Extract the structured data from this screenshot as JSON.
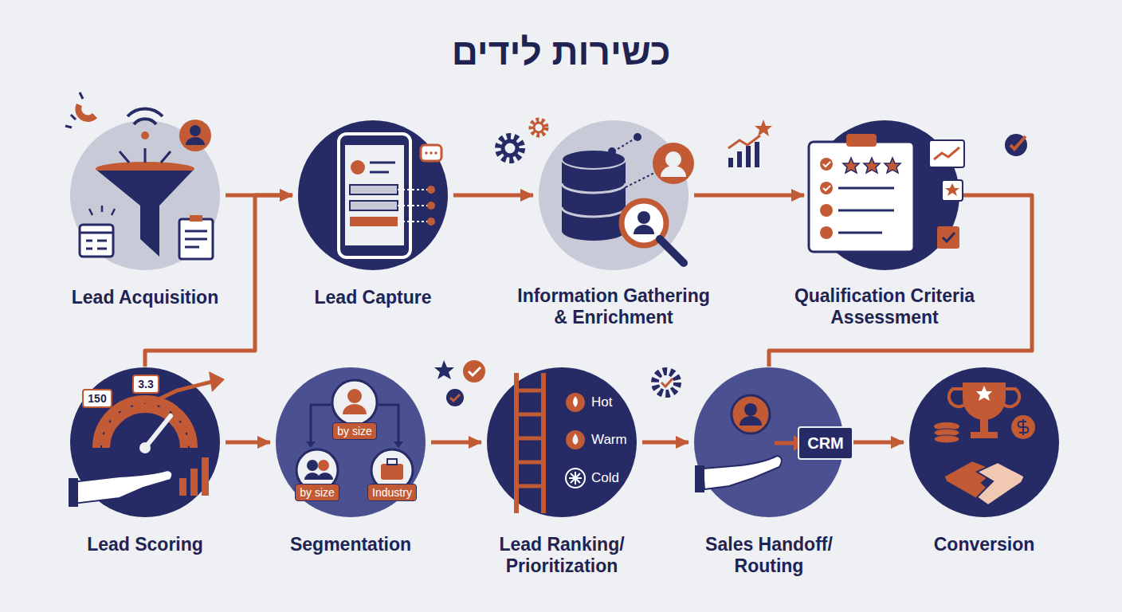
{
  "diagram": {
    "title": "כשירות לידים",
    "nodes": [
      {
        "text": [
          "Lead Acquisition"
        ]
      },
      {
        "text": [
          "Lead Capture"
        ]
      },
      {
        "text": [
          "Information Gathering & Enrichment"
        ]
      },
      {
        "text": [
          "Qualification Criteria Assessment"
        ]
      },
      {
        "text": [
          "Lead Scoring"
        ]
      },
      {
        "text": [
          "Segmentation"
        ]
      },
      {
        "text": [
          "Lead Ranking/ Prioritization"
        ]
      },
      {
        "text": [
          "Sales Handoff/ Routing"
        ]
      },
      {
        "text": [
          "Conversion"
        ]
      }
    ],
    "edges": [
      {
        "from": 0,
        "to": 1,
        "arrow": "to"
      },
      {
        "from": 4,
        "to": 1,
        "arrow": "to"
      },
      {
        "from": 1,
        "to": 2,
        "arrow": "to"
      },
      {
        "from": 2,
        "to": 3,
        "arrow": "to"
      },
      {
        "from": 3,
        "to": 7,
        "arrow": "none"
      },
      {
        "from": 4,
        "to": 5,
        "arrow": "to"
      },
      {
        "from": 5,
        "to": 6,
        "arrow": "to"
      },
      {
        "from": 6,
        "to": 7,
        "arrow": "to"
      },
      {
        "from": 7,
        "to": 8,
        "arrow": "to"
      }
    ],
    "labels": [
      "150",
      "3.3",
      "by size",
      "by size",
      "Industry",
      "Hot",
      "Warm",
      "Cold",
      "CRM"
    ]
  }
}
